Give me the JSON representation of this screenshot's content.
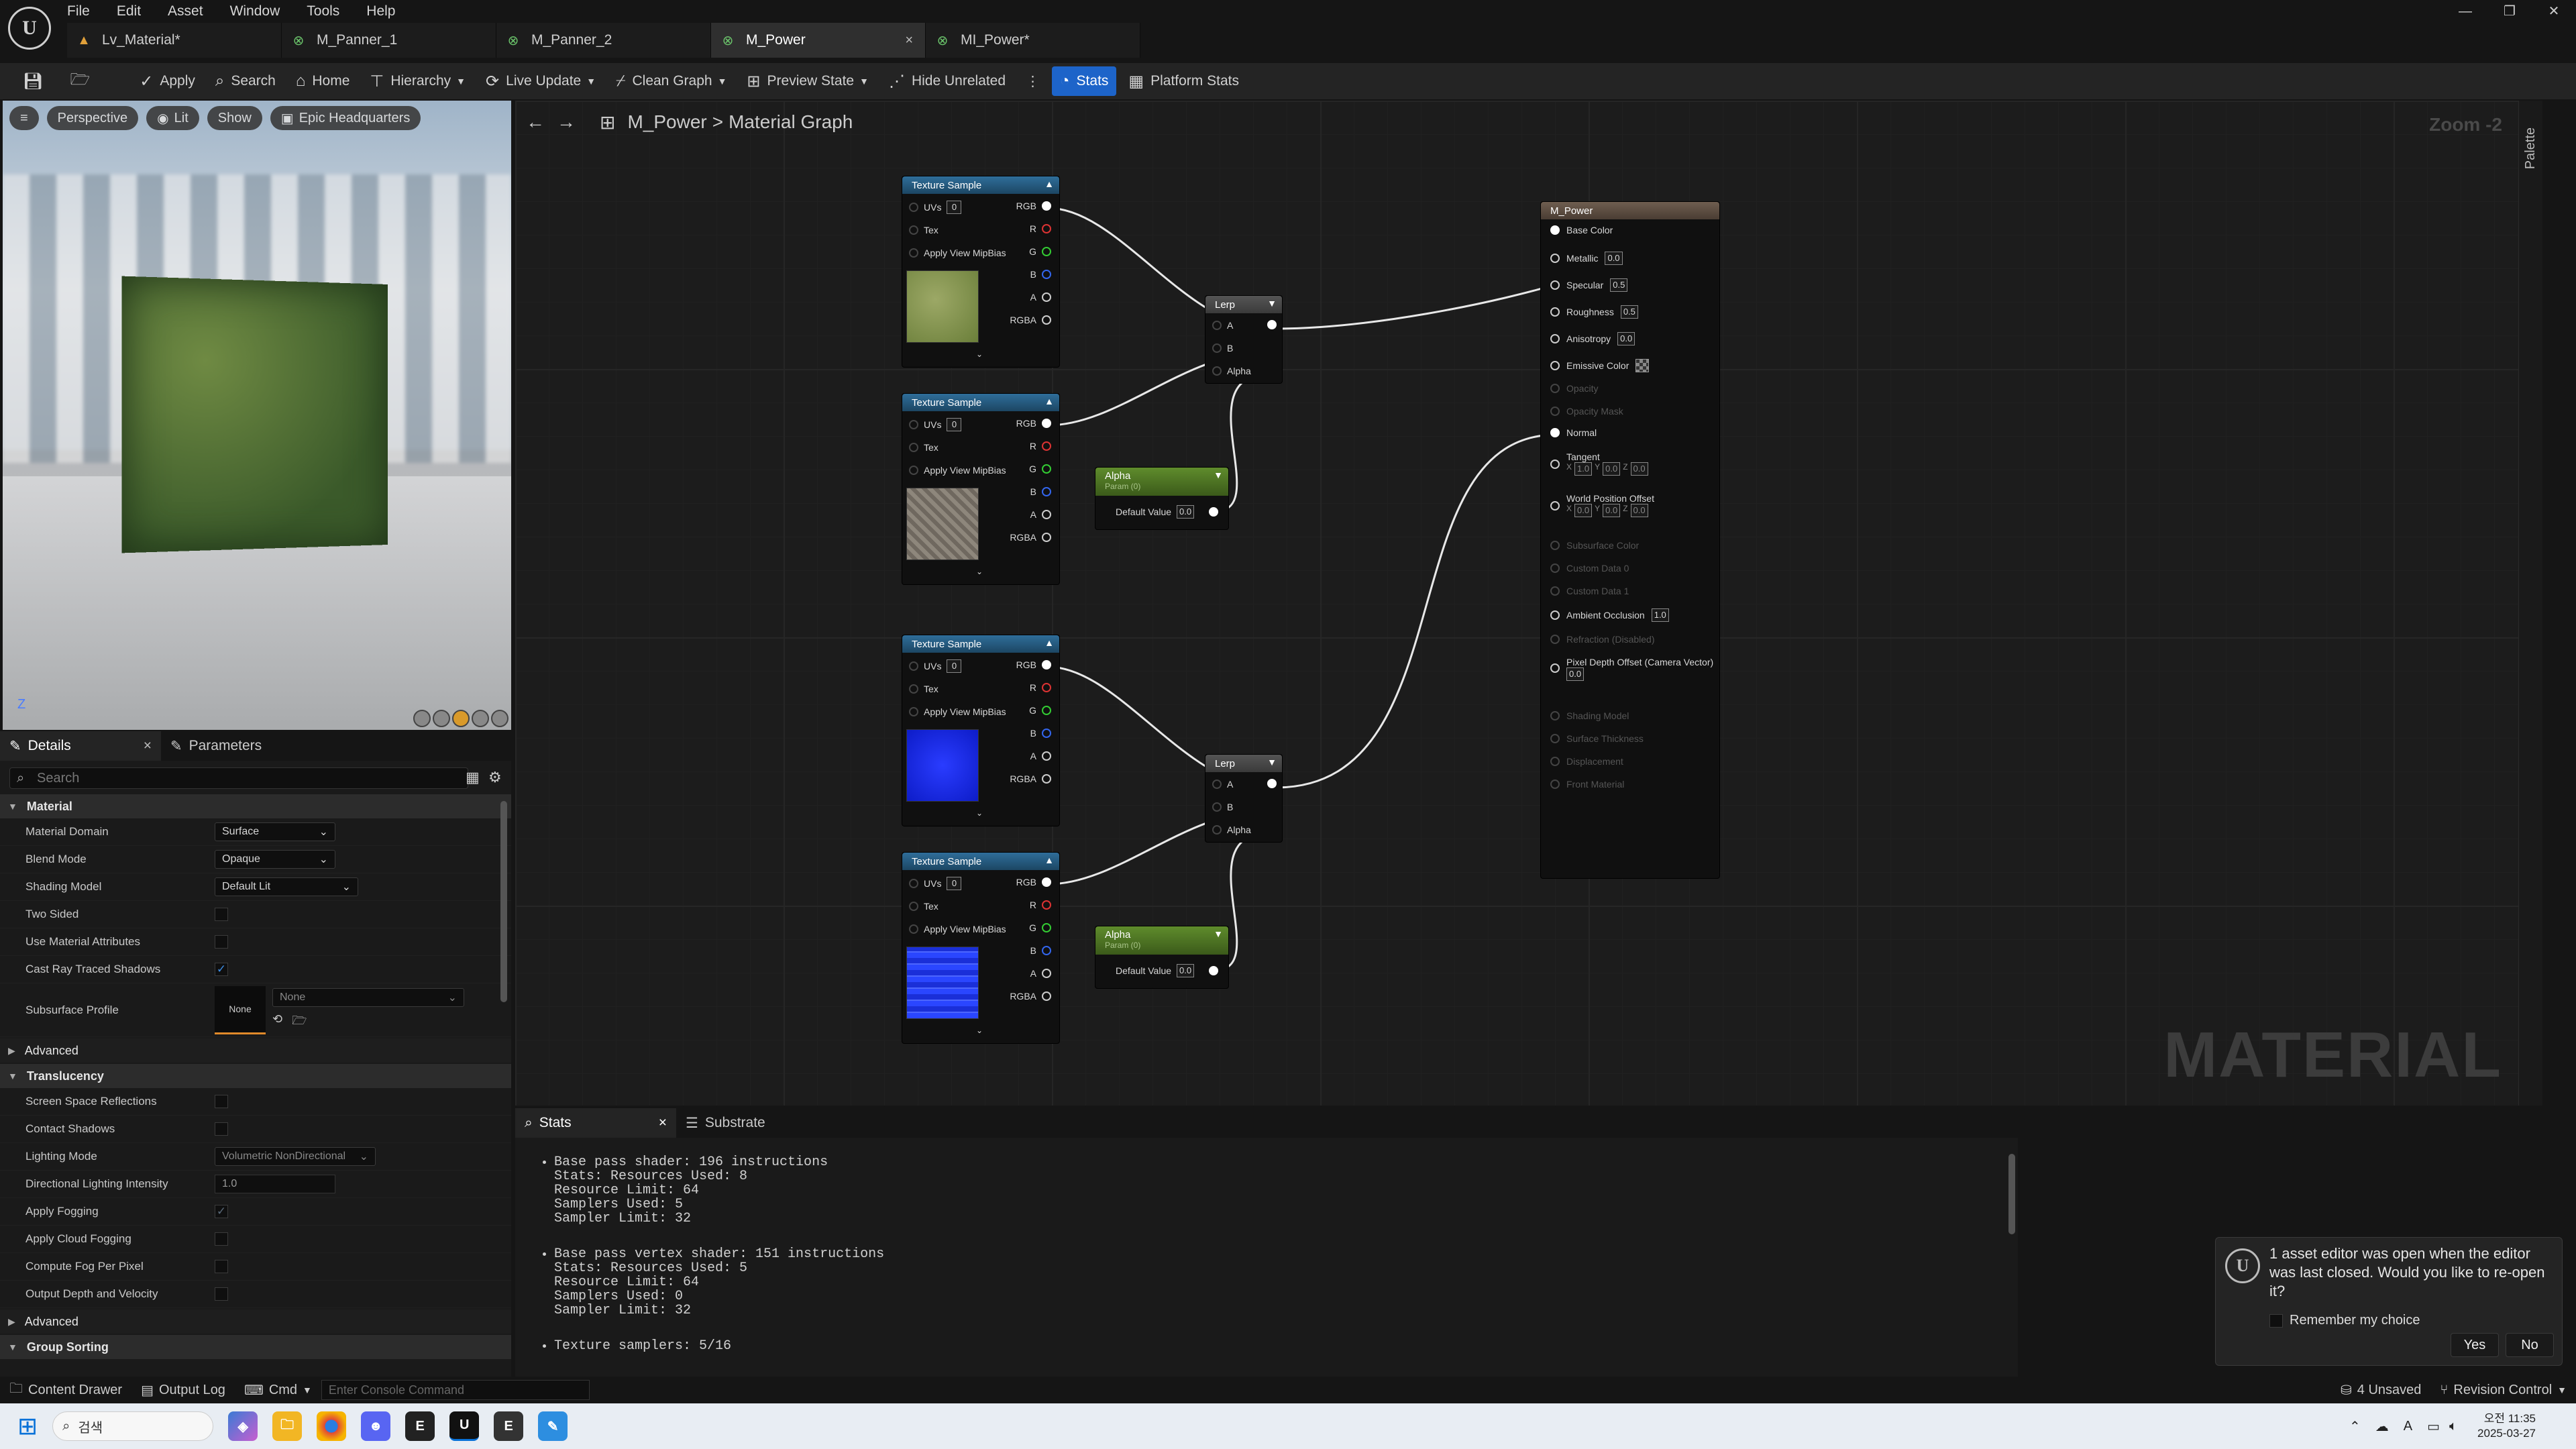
{
  "menu": [
    "File",
    "Edit",
    "Asset",
    "Window",
    "Tools",
    "Help"
  ],
  "tabs": [
    {
      "label": "Lv_Material*",
      "icon": "level-icon"
    },
    {
      "label": "M_Panner_1",
      "icon": "material-icon"
    },
    {
      "label": "M_Panner_2",
      "icon": "material-icon"
    },
    {
      "label": "M_Power",
      "icon": "material-icon",
      "close": "×"
    },
    {
      "label": "MI_Power*",
      "icon": "material-instance-icon"
    }
  ],
  "toolbar": {
    "apply": "Apply",
    "search": "Search",
    "home": "Home",
    "hierarchy": "Hierarchy",
    "live_update": "Live Update",
    "clean_graph": "Clean Graph",
    "preview_state": "Preview State",
    "hide_unrelated": "Hide Unrelated",
    "stats": "Stats",
    "platform_stats": "Platform Stats"
  },
  "viewport": {
    "perspective": "Perspective",
    "lit": "Lit",
    "show": "Show",
    "scene": "Epic Headquarters",
    "axis_z": "Z"
  },
  "details": {
    "tab_details": "Details",
    "tab_parameters": "Parameters",
    "close": "×",
    "search_placeholder": "Search",
    "cat_material": "Material",
    "material_domain_label": "Material Domain",
    "material_domain": "Surface",
    "blend_mode_label": "Blend Mode",
    "blend_mode": "Opaque",
    "shading_model_label": "Shading Model",
    "shading_model": "Default Lit",
    "two_sided": "Two Sided",
    "use_material_attributes": "Use Material Attributes",
    "cast_ray_traced_shadows": "Cast Ray Traced Shadows",
    "subsurface_profile_label": "Subsurface Profile",
    "subsurface_none_swatch": "None",
    "subsurface_none": "None",
    "advanced": "Advanced",
    "cat_translucency": "Translucency",
    "screen_space_reflections": "Screen Space Reflections",
    "contact_shadows": "Contact Shadows",
    "lighting_mode_label": "Lighting Mode",
    "lighting_mode": "Volumetric NonDirectional",
    "directional_lighting_intensity_label": "Directional Lighting Intensity",
    "directional_lighting_intensity": "1.0",
    "apply_fogging": "Apply Fogging",
    "apply_cloud_fogging": "Apply Cloud Fogging",
    "compute_fog_per_pixel": "Compute Fog Per Pixel",
    "output_depth_velocity": "Output Depth and Velocity",
    "advanced2": "Advanced",
    "group_sorting": "Group Sorting"
  },
  "graph": {
    "breadcrumb_asset": "M_Power",
    "breadcrumb_sep": ">",
    "breadcrumb_graph": "Material Graph",
    "zoom": "Zoom -2",
    "watermark": "MATERIAL",
    "palette": "Palette"
  },
  "nodes": {
    "texture_sample": "Texture Sample",
    "uvs": "UVs",
    "uv_val": "0",
    "tex": "Tex",
    "mip": "Apply View MipBias",
    "rgb": "RGB",
    "r": "R",
    "g": "G",
    "b": "B",
    "a": "A",
    "rgba": "RGBA",
    "lerp": "Lerp",
    "lerp_a": "A",
    "lerp_b": "B",
    "lerp_alpha": "Alpha",
    "alpha_title": "Alpha",
    "alpha_sub": "Param (0)",
    "default_value": "Default Value",
    "default_val": "0.0"
  },
  "result_node": {
    "title": "M_Power",
    "base_color": "Base Color",
    "metallic": "Metallic",
    "metallic_v": "0.0",
    "specular": "Specular",
    "specular_v": "0.5",
    "roughness": "Roughness",
    "roughness_v": "0.5",
    "anisotropy": "Anisotropy",
    "anisotropy_v": "0.0",
    "emissive": "Emissive Color",
    "opacity": "Opacity",
    "opacity_mask": "Opacity Mask",
    "normal": "Normal",
    "tangent": "Tangent",
    "x": "X",
    "y": "Y",
    "z": "Z",
    "tan_x": "1.0",
    "tan_y": "0.0",
    "tan_z": "0.0",
    "wpo": "World Position Offset",
    "wpo_x": "0.0",
    "wpo_y": "0.0",
    "wpo_z": "0.0",
    "subsurface_color": "Subsurface Color",
    "custom0": "Custom Data 0",
    "custom1": "Custom Data 1",
    "ao": "Ambient Occlusion",
    "ao_v": "1.0",
    "refraction": "Refraction (Disabled)",
    "pdo": "Pixel Depth Offset (Camera Vector)",
    "pdo_v": "0.0",
    "shading_model": "Shading Model",
    "surface_thickness": "Surface Thickness",
    "displacement": "Displacement",
    "front_material": "Front Material"
  },
  "stats": {
    "tab_stats": "Stats",
    "tab_substrate": "Substrate",
    "close": "×",
    "entry1_title": "Base pass shader: 196 instructions",
    "entry1_lines": "Stats: Resources Used: 8\nResource Limit: 64\nSamplers Used: 5\nSampler Limit: 32",
    "entry2_title": "Base pass vertex shader: 151 instructions",
    "entry2_lines": "Stats: Resources Used: 5\nResource Limit: 64\nSamplers Used: 0\nSampler Limit: 32",
    "entry3_title": "Texture samplers: 5/16"
  },
  "notify": {
    "message": "1 asset editor was open when the editor was last closed. Would you like to re-open it?",
    "remember": "Remember my choice",
    "yes": "Yes",
    "no": "No"
  },
  "status": {
    "content_drawer": "Content Drawer",
    "output_log": "Output Log",
    "cmd": "Cmd",
    "console_placeholder": "Enter Console Command",
    "unsaved": "4 Unsaved",
    "revision_control": "Revision Control"
  },
  "taskbar": {
    "search": "검색",
    "time": "오전 11:35",
    "date": "2025-03-27"
  },
  "colors": {
    "accent": "#1d64c9",
    "texture_header": "#2f6e9a",
    "param_header": "#5f8c2c"
  }
}
